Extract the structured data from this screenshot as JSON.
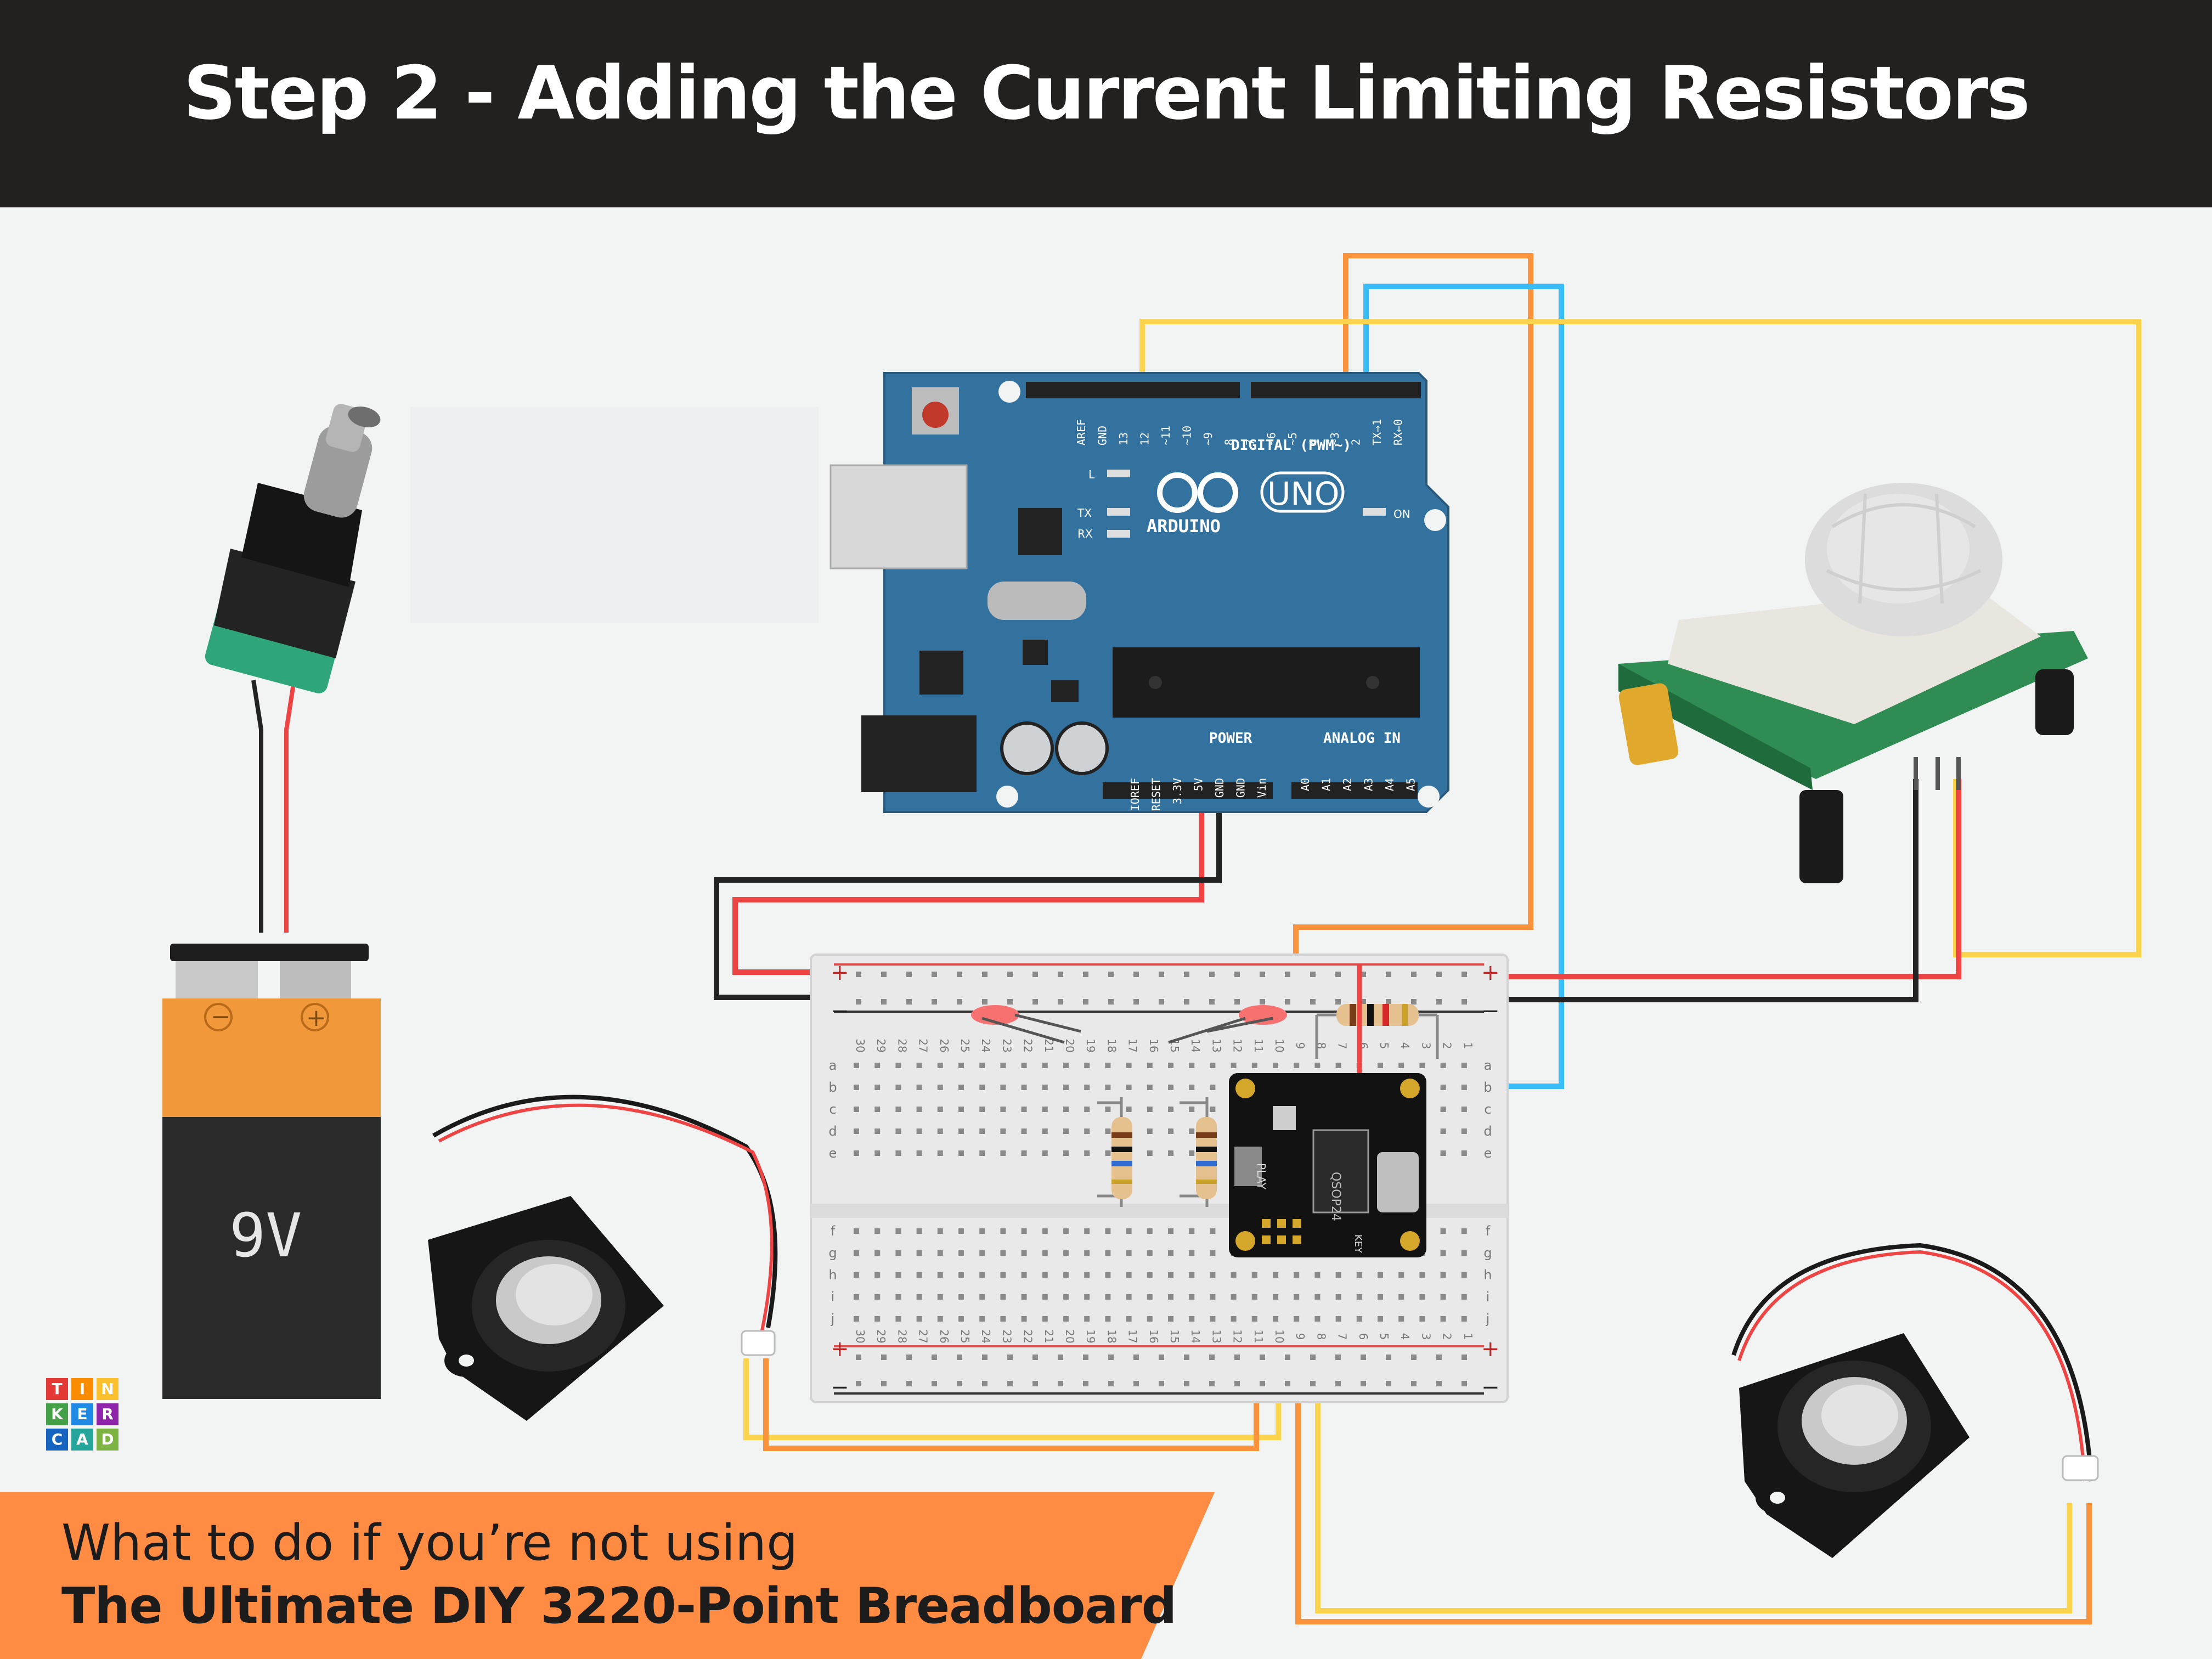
{
  "header": {
    "title": "Step 2 - Adding the Current Limiting Resistors"
  },
  "footer": {
    "line1": "What to do if you’re not using",
    "line2": "The Ultimate DIY 3220-Point Breadboard"
  },
  "arduino": {
    "brand": "ARDUINO",
    "model": "UNO",
    "digital_label": "DIGITAL (PWM~)",
    "power_label": "POWER",
    "analog_label": "ANALOG IN",
    "on_label": "ON",
    "l_label": "L",
    "tx_label": "TX",
    "rx_label": "RX",
    "digital_pins": [
      "AREF",
      "GND",
      "13",
      "12",
      "~11",
      "~10",
      "~9",
      "8",
      "7",
      "~6",
      "~5",
      "4",
      "~3",
      "2",
      "TX→1",
      "RX←0"
    ],
    "power_pins": [
      "IOREF",
      "RESET",
      "3.3V",
      "5V",
      "GND",
      "GND",
      "Vin"
    ],
    "analog_pins": [
      "A0",
      "A1",
      "A2",
      "A3",
      "A4",
      "A5"
    ]
  },
  "battery": {
    "label": "9V",
    "minus": "−",
    "plus": "+"
  },
  "mp3_module": {
    "chip": "QSOP24",
    "play_label": "PLAY",
    "key_label": "KEY"
  },
  "breadboard": {
    "row_letters_top": [
      "a",
      "b",
      "c",
      "d",
      "e"
    ],
    "row_letters_bottom": [
      "f",
      "g",
      "h",
      "i",
      "j"
    ],
    "plus": "+",
    "minus": "−",
    "column_numbers": [
      "30",
      "29",
      "28",
      "27",
      "26",
      "25",
      "24",
      "23",
      "22",
      "21",
      "20",
      "19",
      "18",
      "17",
      "16",
      "15",
      "14",
      "13",
      "12",
      "11",
      "10",
      "9",
      "8",
      "7",
      "6",
      "5",
      "4",
      "3",
      "2",
      "1"
    ]
  },
  "logo": {
    "letters": [
      "T",
      "I",
      "N",
      "K",
      "E",
      "R",
      "C",
      "A",
      "D"
    ]
  },
  "colors": {
    "header_bg": "#23211f",
    "banner": "#ff8c42",
    "wire_orange": "#fb923c",
    "wire_yellow": "#fcd34d",
    "wire_blue": "#38bdf8",
    "wire_red": "#ef4444",
    "wire_black": "#222222",
    "arduino_blue": "#33729e"
  }
}
